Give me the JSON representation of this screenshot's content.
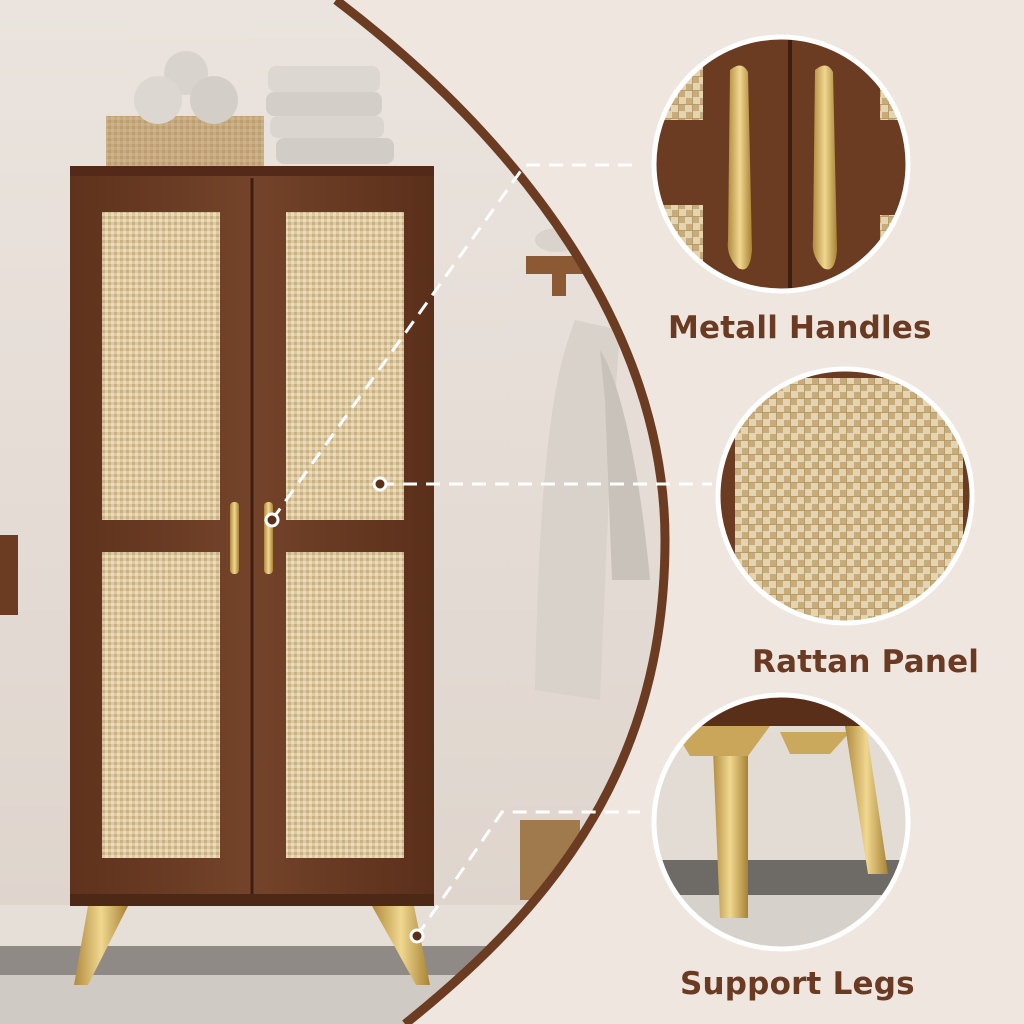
{
  "callouts": {
    "handles": {
      "label": "Metall Handles"
    },
    "rattan": {
      "label": "Rattan Panel"
    },
    "legs": {
      "label": "Support Legs"
    }
  },
  "colors": {
    "background": "#efe6df",
    "wall": "#ece6e0",
    "walnut": "#6b3b22",
    "rattan": "#dcc9a2",
    "gold": "#d8b466",
    "label": "#6a3a22"
  },
  "icons": {
    "connector": "dashed-leader-line",
    "pin": "ring-dot"
  }
}
